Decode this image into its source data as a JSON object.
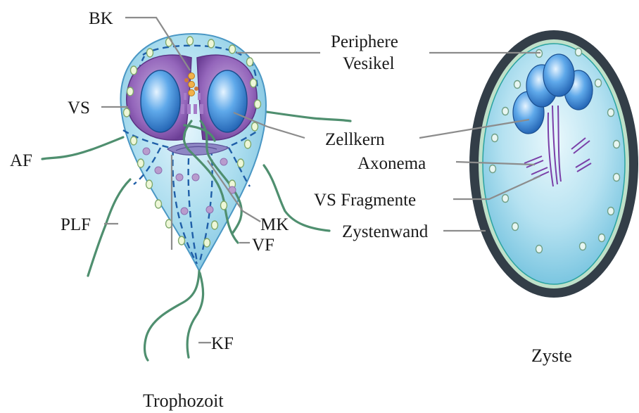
{
  "diagram": {
    "trophozoite": {
      "caption": "Trophozoit",
      "labels": {
        "bk": "BK",
        "vs": "VS",
        "af": "AF",
        "plf": "PLF",
        "mk": "MK",
        "vf": "VF",
        "kf": "KF"
      }
    },
    "cyst": {
      "caption": "Zyste",
      "labels": {
        "vs_fragments": "VS Fragmente",
        "cyst_wall": "Zystenwand"
      }
    },
    "shared_labels": {
      "peripheral_vesicles_line1": "Periphere",
      "peripheral_vesicles_line2": "Vesikel",
      "nucleus": "Zellkern",
      "axoneme": "Axonema"
    },
    "colors": {
      "cell_body": "#a9dcee",
      "ventral_disc": "#8a5aa8",
      "nucleus": "#2f7fd0",
      "flagella": "#4f8f6f",
      "cyst_wall": "#333e48",
      "cyst_inner_ring": "#bfe0c9"
    }
  }
}
